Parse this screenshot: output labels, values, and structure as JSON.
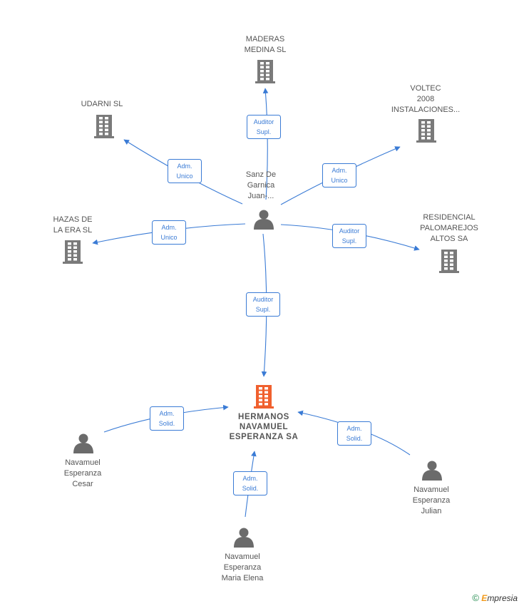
{
  "colors": {
    "edge": "#3a7bd5",
    "company_icon": "#7a7a7a",
    "main_company_icon": "#f0602e",
    "person_icon": "#6b6b6b",
    "label": "#555555"
  },
  "nodes": [
    {
      "id": "main",
      "type": "company",
      "main": true,
      "lines": [
        "HERMANOS",
        "NAVAMUEL",
        "ESPERANZA SA"
      ],
      "icon": "building-icon"
    },
    {
      "id": "sanz",
      "type": "person",
      "lines": [
        "Sanz De",
        "Garnica",
        "Juan-..."
      ],
      "icon": "person-icon"
    },
    {
      "id": "maderas",
      "type": "company",
      "lines": [
        "MADERAS",
        "MEDINA SL"
      ],
      "icon": "building-icon"
    },
    {
      "id": "udarni",
      "type": "company",
      "lines": [
        "UDARNI SL"
      ],
      "icon": "building-icon"
    },
    {
      "id": "voltec",
      "type": "company",
      "lines": [
        "VOLTEC",
        "2008",
        "INSTALACIONES..."
      ],
      "icon": "building-icon"
    },
    {
      "id": "hazas",
      "type": "company",
      "lines": [
        "HAZAS DE",
        "LA ERA SL"
      ],
      "icon": "building-icon"
    },
    {
      "id": "residencial",
      "type": "company",
      "lines": [
        "RESIDENCIAL",
        "PALOMAREJOS",
        "ALTOS SA"
      ],
      "icon": "building-icon"
    },
    {
      "id": "cesar",
      "type": "person",
      "lines": [
        "Navamuel",
        "Esperanza",
        "Cesar"
      ],
      "icon": "person-icon"
    },
    {
      "id": "julian",
      "type": "person",
      "lines": [
        "Navamuel",
        "Esperanza",
        "Julian"
      ],
      "icon": "person-icon"
    },
    {
      "id": "elena",
      "type": "person",
      "lines": [
        "Navamuel",
        "Esperanza",
        "Maria Elena"
      ],
      "icon": "person-icon"
    }
  ],
  "edges": [
    {
      "from": "sanz",
      "to": "maderas",
      "label": [
        "Auditor",
        "Supl."
      ]
    },
    {
      "from": "sanz",
      "to": "udarni",
      "label": [
        "Adm.",
        "Unico"
      ]
    },
    {
      "from": "sanz",
      "to": "voltec",
      "label": [
        "Adm.",
        "Unico"
      ]
    },
    {
      "from": "sanz",
      "to": "hazas",
      "label": [
        "Adm.",
        "Unico"
      ]
    },
    {
      "from": "sanz",
      "to": "residencial",
      "label": [
        "Auditor",
        "Supl."
      ]
    },
    {
      "from": "sanz",
      "to": "main",
      "label": [
        "Auditor",
        "Supl."
      ]
    },
    {
      "from": "cesar",
      "to": "main",
      "label": [
        "Adm.",
        "Solid."
      ]
    },
    {
      "from": "julian",
      "to": "main",
      "label": [
        "Adm.",
        "Solid."
      ]
    },
    {
      "from": "elena",
      "to": "main",
      "label": [
        "Adm.",
        "Solid."
      ]
    }
  ],
  "footer": {
    "copyright": "©",
    "brand_initial": "E",
    "brand_rest": "mpresia"
  }
}
